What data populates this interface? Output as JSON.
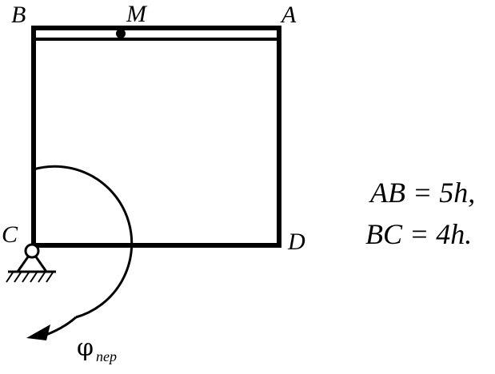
{
  "points": {
    "B": "B",
    "M": "M",
    "A": "A",
    "C": "C",
    "D": "D"
  },
  "rotation": {
    "symbol": "φ",
    "subscript": "пер"
  },
  "equations": [
    "AB = 5h,",
    "BC = 4h."
  ],
  "colors": {
    "stroke": "#000000",
    "background": "#ffffff"
  }
}
